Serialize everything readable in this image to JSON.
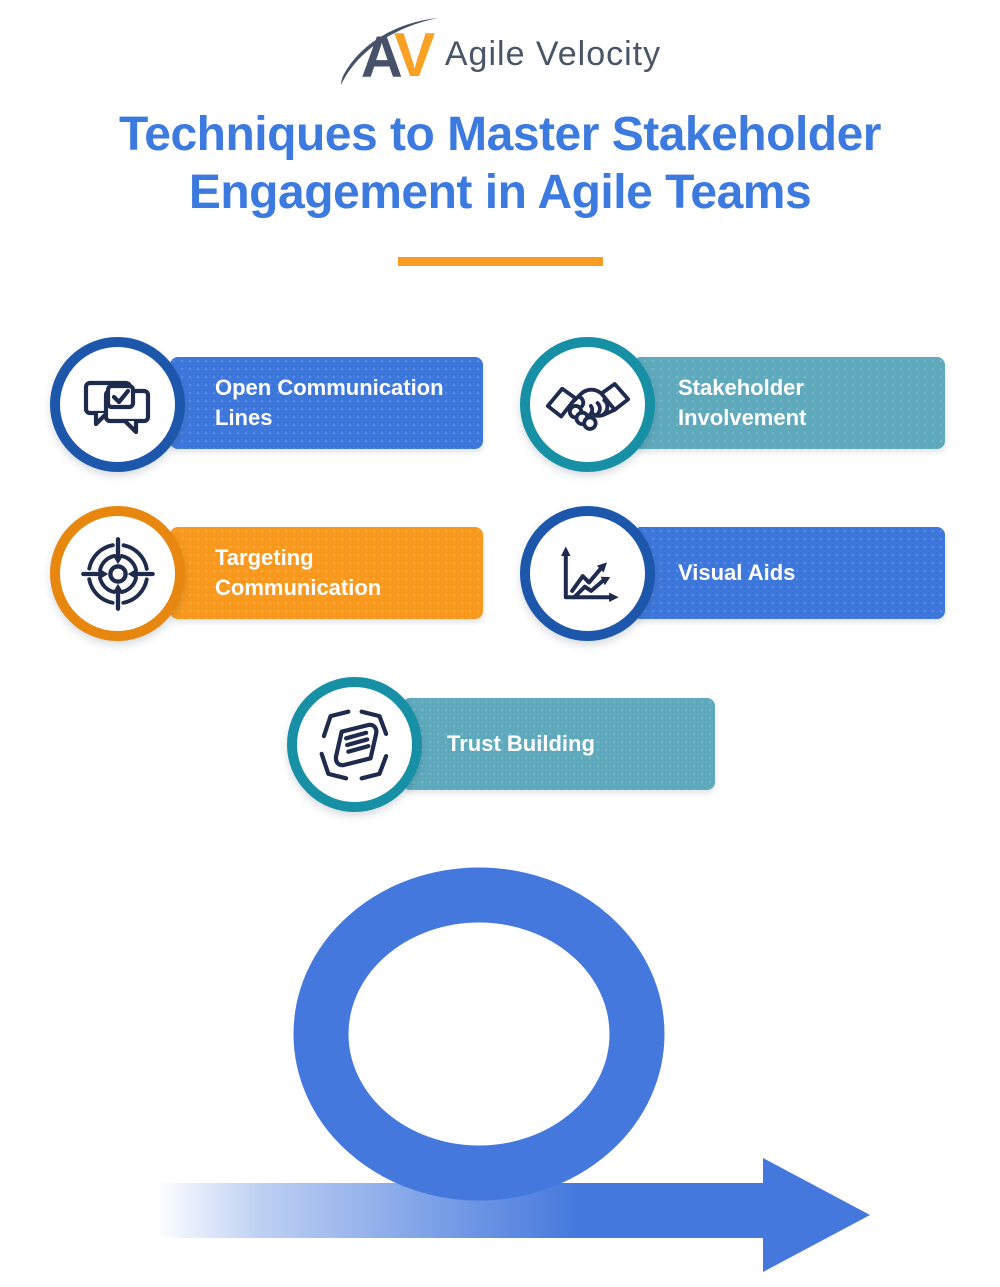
{
  "logo": {
    "mark": {
      "a": "A",
      "v": "V"
    },
    "company": "Agile Velocity"
  },
  "title": {
    "line1": "Techniques to Master Stakeholder",
    "line2": "Engagement in Agile Teams"
  },
  "techniques": [
    {
      "label": "Open Communication Lines",
      "icon": "chat-check-icon",
      "circle_color": "#1d57ac",
      "banner_color": "#3e77db"
    },
    {
      "label": "Stakeholder Involvement",
      "icon": "handshake-icon",
      "circle_color": "#1790a5",
      "banner_color": "#5fa9bd"
    },
    {
      "label": "Targeting Communication",
      "icon": "target-icon",
      "circle_color": "#e8870f",
      "banner_color": "#f8991d"
    },
    {
      "label": "Visual Aids",
      "icon": "line-chart-icon",
      "circle_color": "#1d57ac",
      "banner_color": "#3e77db"
    },
    {
      "label": "Trust Building",
      "icon": "hands-together-icon",
      "circle_color": "#1790a5",
      "banner_color": "#5fa9bd"
    }
  ],
  "colors": {
    "title_blue": "#3c7ae0",
    "divider_orange": "#f99c23",
    "icon_stroke": "#1f2b4d",
    "loop_arrow_blue": "#4478dd",
    "logo_slate": "#4a5568",
    "logo_orange": "#f9a125"
  },
  "footer": {
    "graphic": "agile-sprint-loop-arrow"
  }
}
